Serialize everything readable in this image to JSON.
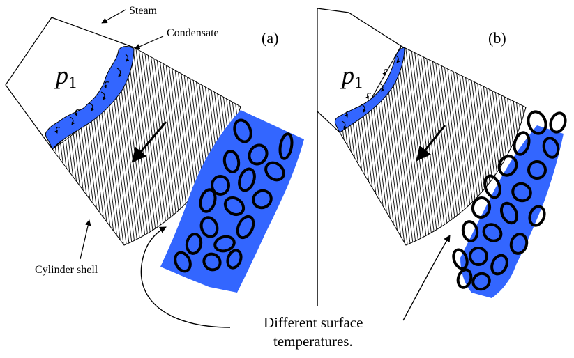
{
  "labels": {
    "steam": "Steam",
    "condensate": "Condensate",
    "cylinder_shell": "Cylinder shell",
    "panel_a": "(a)",
    "panel_b": "(b)",
    "pressure_var": "p",
    "pressure_sub": "1",
    "caption_line1": "Different surface",
    "caption_line2": "temperatures."
  },
  "colors": {
    "condensate_blue": "#3366ff",
    "hatch": "#000000",
    "outline": "#000000"
  }
}
